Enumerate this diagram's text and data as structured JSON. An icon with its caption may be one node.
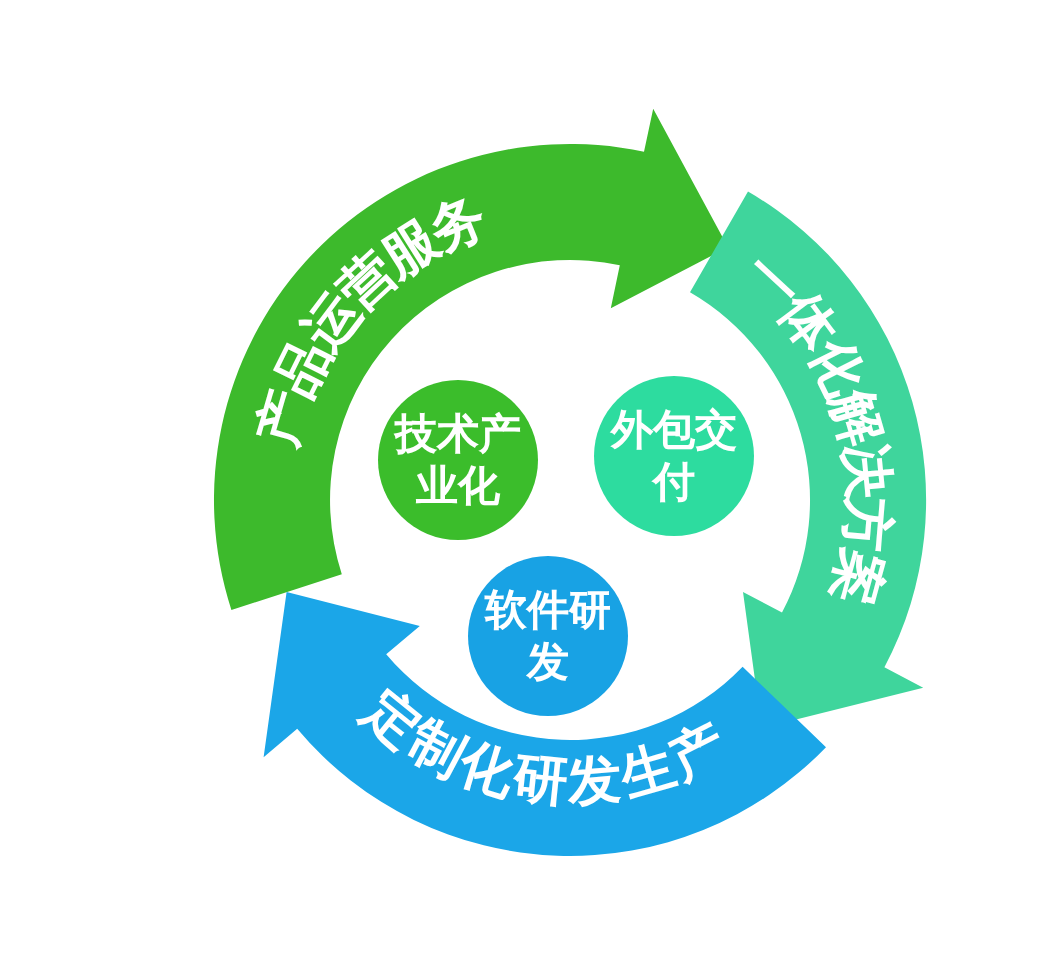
{
  "diagram": {
    "nodes": [
      {
        "text": [
          "产品运营服务"
        ]
      },
      {
        "text": [
          "一体化解决方案"
        ]
      },
      {
        "text": [
          "定制化研发生产"
        ]
      },
      {
        "text": [
          "技术产业化"
        ]
      },
      {
        "text": [
          "外包交付"
        ]
      },
      {
        "text": [
          "软件研发"
        ]
      }
    ]
  }
}
